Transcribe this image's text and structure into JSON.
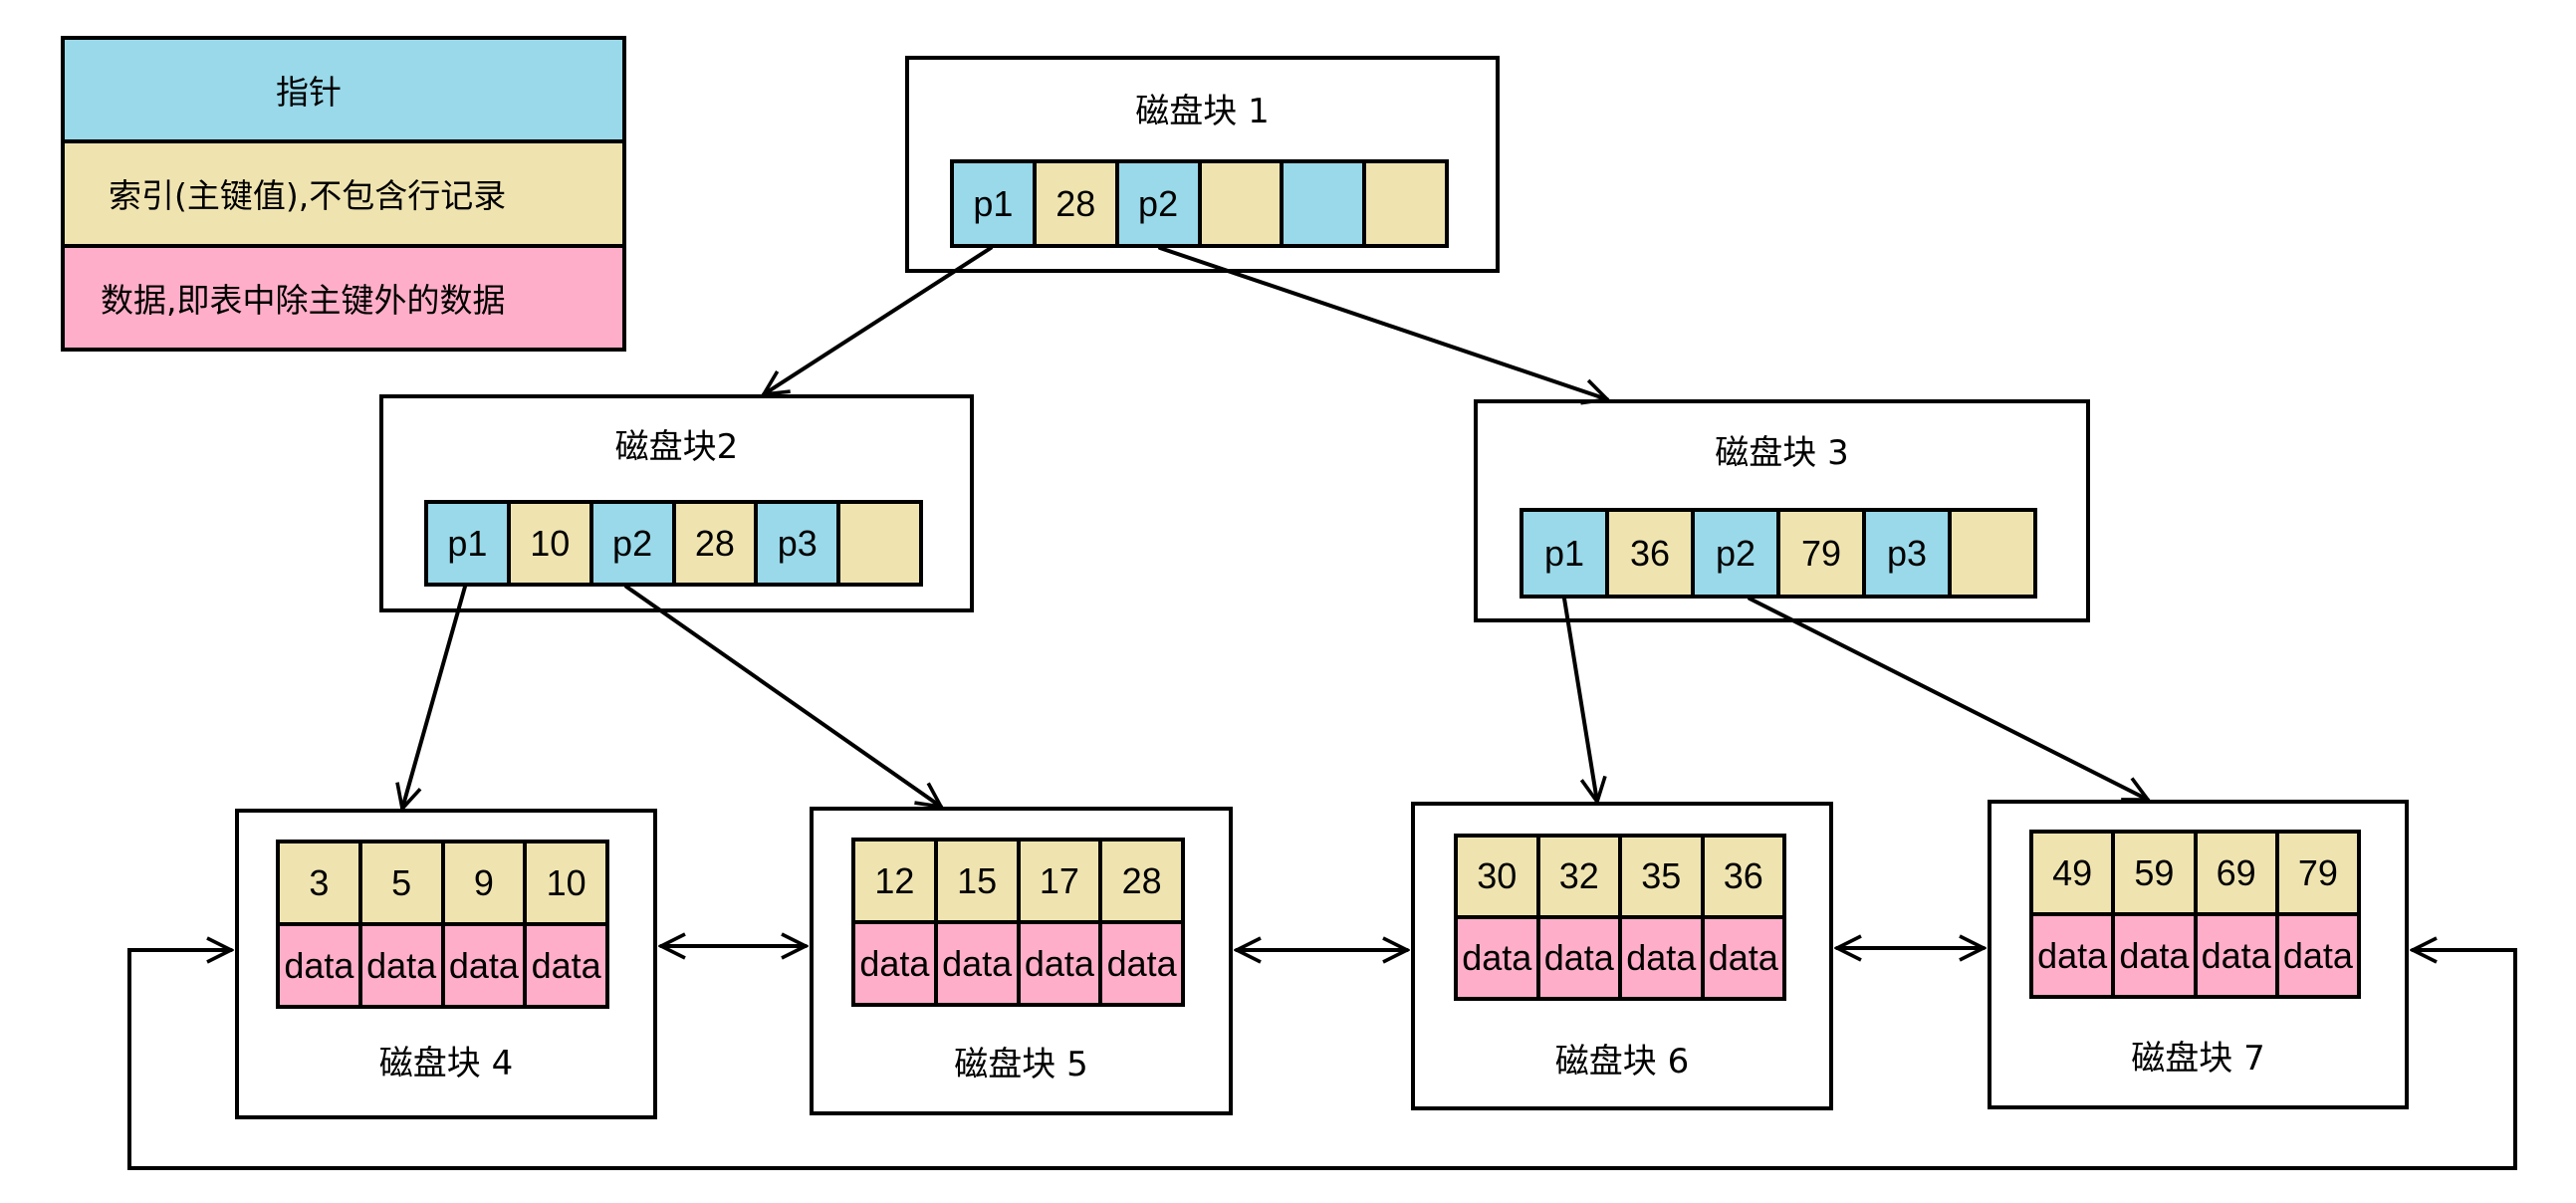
{
  "colors": {
    "pointer": "#99D9EA",
    "key": "#EFE4B0",
    "data": "#FFAEC9"
  },
  "legend": {
    "pointer_label": "指针",
    "key_label": "索引(主键值),不包含行记录",
    "data_label": "数据,即表中除主键外的数据"
  },
  "internal_nodes": [
    {
      "title": "磁盘块 1",
      "cells": [
        "p1",
        "28",
        "p2",
        "",
        "",
        ""
      ]
    },
    {
      "title": "磁盘块2",
      "cells": [
        "p1",
        "10",
        "p2",
        "28",
        "p3",
        ""
      ]
    },
    {
      "title": "磁盘块 3",
      "cells": [
        "p1",
        "36",
        "p2",
        "79",
        "p3",
        ""
      ]
    }
  ],
  "leaf_nodes": [
    {
      "title": "磁盘块 4",
      "keys": [
        "3",
        "5",
        "9",
        "10"
      ],
      "data": [
        "data",
        "data",
        "data",
        "data"
      ]
    },
    {
      "title": "磁盘块 5",
      "keys": [
        "12",
        "15",
        "17",
        "28"
      ],
      "data": [
        "data",
        "data",
        "data",
        "data"
      ]
    },
    {
      "title": "磁盘块 6",
      "keys": [
        "30",
        "32",
        "35",
        "36"
      ],
      "data": [
        "data",
        "data",
        "data",
        "data"
      ]
    },
    {
      "title": "磁盘块 7",
      "keys": [
        "49",
        "59",
        "69",
        "79"
      ],
      "data": [
        "data",
        "data",
        "data",
        "data"
      ]
    }
  ]
}
